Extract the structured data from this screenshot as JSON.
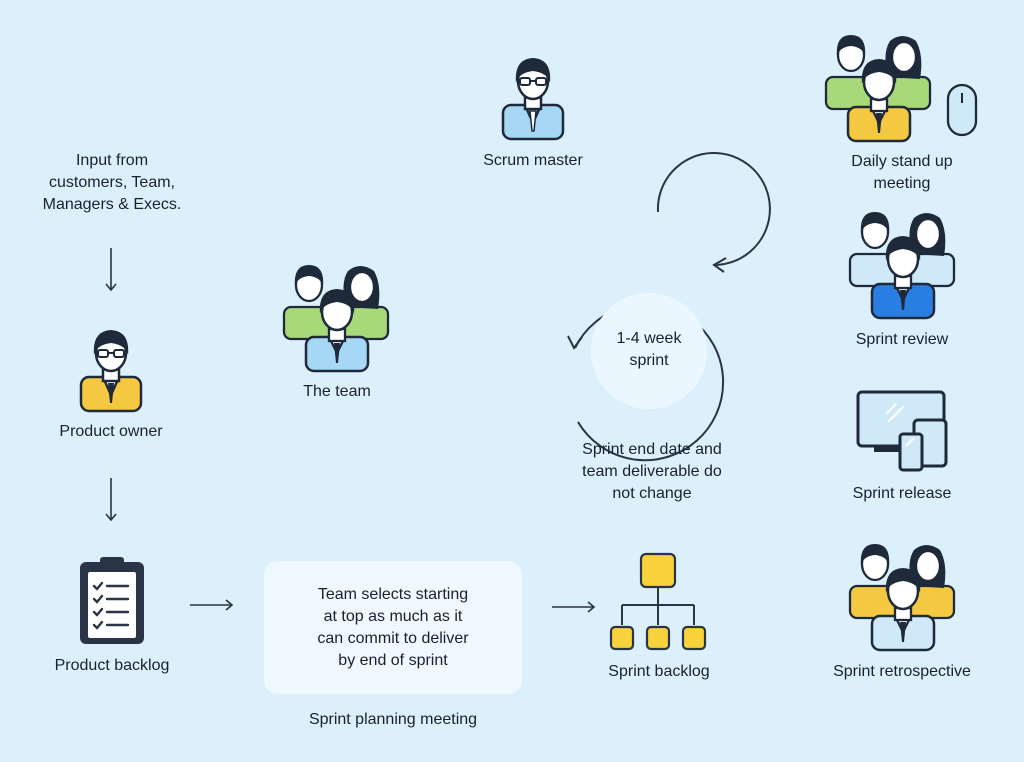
{
  "labels": {
    "input": "Input from\ncustomers, Team,\nManagers & Execs.",
    "product_owner": "Product owner",
    "product_backlog": "Product backlog",
    "scrum_master": "Scrum master",
    "the_team": "The team",
    "sprint_cycle": "1-4 week\nsprint",
    "sprint_note": "Sprint end date and\nteam deliverable do\nnot change",
    "planning_box": "Team selects starting\nat top as much as it\ncan commit to deliver\nby end of sprint",
    "planning_meeting": "Sprint planning meeting",
    "sprint_backlog": "Sprint backlog",
    "daily_standup": "Daily stand up\nmeeting",
    "sprint_review": "Sprint review",
    "sprint_release": "Sprint release",
    "sprint_retro": "Sprint retrospective"
  },
  "colors": {
    "background": "#dcf0fc",
    "hair": "#1e2a3a",
    "skin": "#ffffff",
    "yellow_shirt": "#f5c842",
    "light_blue_shirt": "#a6d8f5",
    "green_shirt": "#a8d978",
    "blue_shirt": "#2a7de1",
    "icon_stroke": "#1e2a3a",
    "clipboard": "#2b3446"
  }
}
